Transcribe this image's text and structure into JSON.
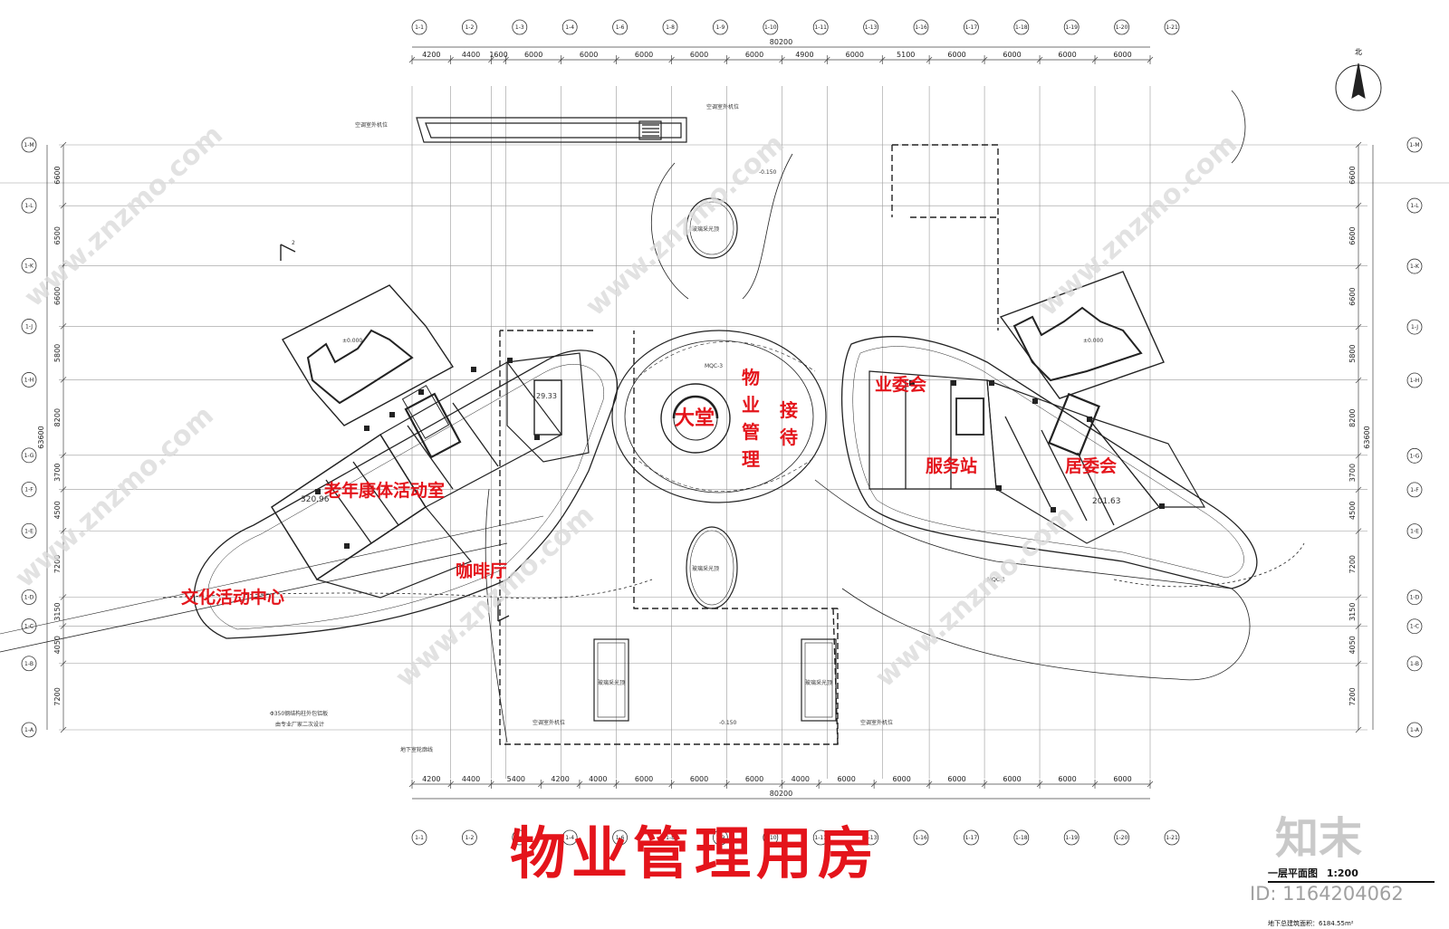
{
  "title": "物业管理用房",
  "room_labels": {
    "lobby": "大堂",
    "property_management": "物业管理",
    "reception": "接待",
    "senior_fitness": "老年康体活动室",
    "cafe": "咖啡厅",
    "cultural_center": "文化活动中心",
    "owners_committee": "业委会",
    "service_station": "服务站",
    "residents_committee": "居委会"
  },
  "grid_top": {
    "axis_labels": [
      "1-1",
      "1-2",
      "1-3",
      "1-4",
      "1-6",
      "1-8",
      "1-9",
      "1-10",
      "1-11",
      "1-13",
      "1-16",
      "1-17",
      "1-18",
      "1-19",
      "1-20",
      "1-21"
    ],
    "dimensions": [
      "4200",
      "4400",
      "1600",
      "6000",
      "6000",
      "6000",
      "6000",
      "6000",
      "4900",
      "6000",
      "5100",
      "6000",
      "6000",
      "6000",
      "6000"
    ],
    "total": "80200"
  },
  "grid_bottom": {
    "axis_labels": [
      "1-1",
      "1-2",
      "1-3",
      "1-4",
      "1-6",
      "1-8",
      "1-9",
      "1-10",
      "1-11",
      "1-13",
      "1-16",
      "1-17",
      "1-18",
      "1-19",
      "1-20",
      "1-21"
    ],
    "dimensions": [
      "4200",
      "4400",
      "5400",
      "4200",
      "4000",
      "6000",
      "6000",
      "6000",
      "4000",
      "6000",
      "6000",
      "6000",
      "6000",
      "6000",
      "6000"
    ],
    "total": "80200"
  },
  "grid_left": {
    "axis_labels": [
      "1-M",
      "1-L",
      "1-K",
      "1-J",
      "1-H",
      "1-G",
      "1-F",
      "1-E",
      "1-D",
      "1-C",
      "1-B",
      "1-A"
    ],
    "dimensions": [
      "6600",
      "6500",
      "6600",
      "5800",
      "8200",
      "3700",
      "4500",
      "7200",
      "3150",
      "4050",
      "7200"
    ],
    "total": "63600"
  },
  "grid_right": {
    "axis_labels": [
      "1-M",
      "1-L",
      "1-K",
      "1-J",
      "1-H",
      "1-G",
      "1-F",
      "1-E",
      "1-D",
      "1-C",
      "1-B",
      "1-A"
    ],
    "dimensions": [
      "6600",
      "6600",
      "6600",
      "5800",
      "8200",
      "3700",
      "4500",
      "7200",
      "3150",
      "4050",
      "7200"
    ],
    "total": "63600"
  },
  "plan_notes": {
    "skylight_1": "玻璃采光顶",
    "skylight_2": "玻璃采光顶",
    "skylight_3": "玻璃采光顶",
    "skylight_4": "玻璃采光顶",
    "level_top": "-0.150",
    "level_bottom": "-0.150",
    "level_left_block": "±0.000",
    "level_right_block": "±0.000",
    "area_left": "320.96",
    "area_right": "201.63",
    "area_small": "29.33",
    "ac_unit_top_left": "空调室外机位",
    "ac_unit_top_right": "空调室外机位",
    "ac_unit_bottom_left": "空调室外机位",
    "ac_unit_bottom_right": "空调室外机位",
    "basement_line": "地下室轮廓线",
    "column_note": "Φ350钢结构柱外包铝板",
    "column_note_2": "由专业厂家二次设计",
    "wall_code_mqc3": "MQC-3",
    "wall_code_mqc1": "MQC-1",
    "section_mark": "2",
    "north": "北"
  },
  "info_block": {
    "drawing_title": "一层平面图",
    "scale": "1:200",
    "underground_area": "地下总建筑面积：6184.55m²"
  },
  "watermarks": {
    "site": "www.znzmo.com",
    "brand": "知末",
    "id": "ID: 1164204062"
  }
}
